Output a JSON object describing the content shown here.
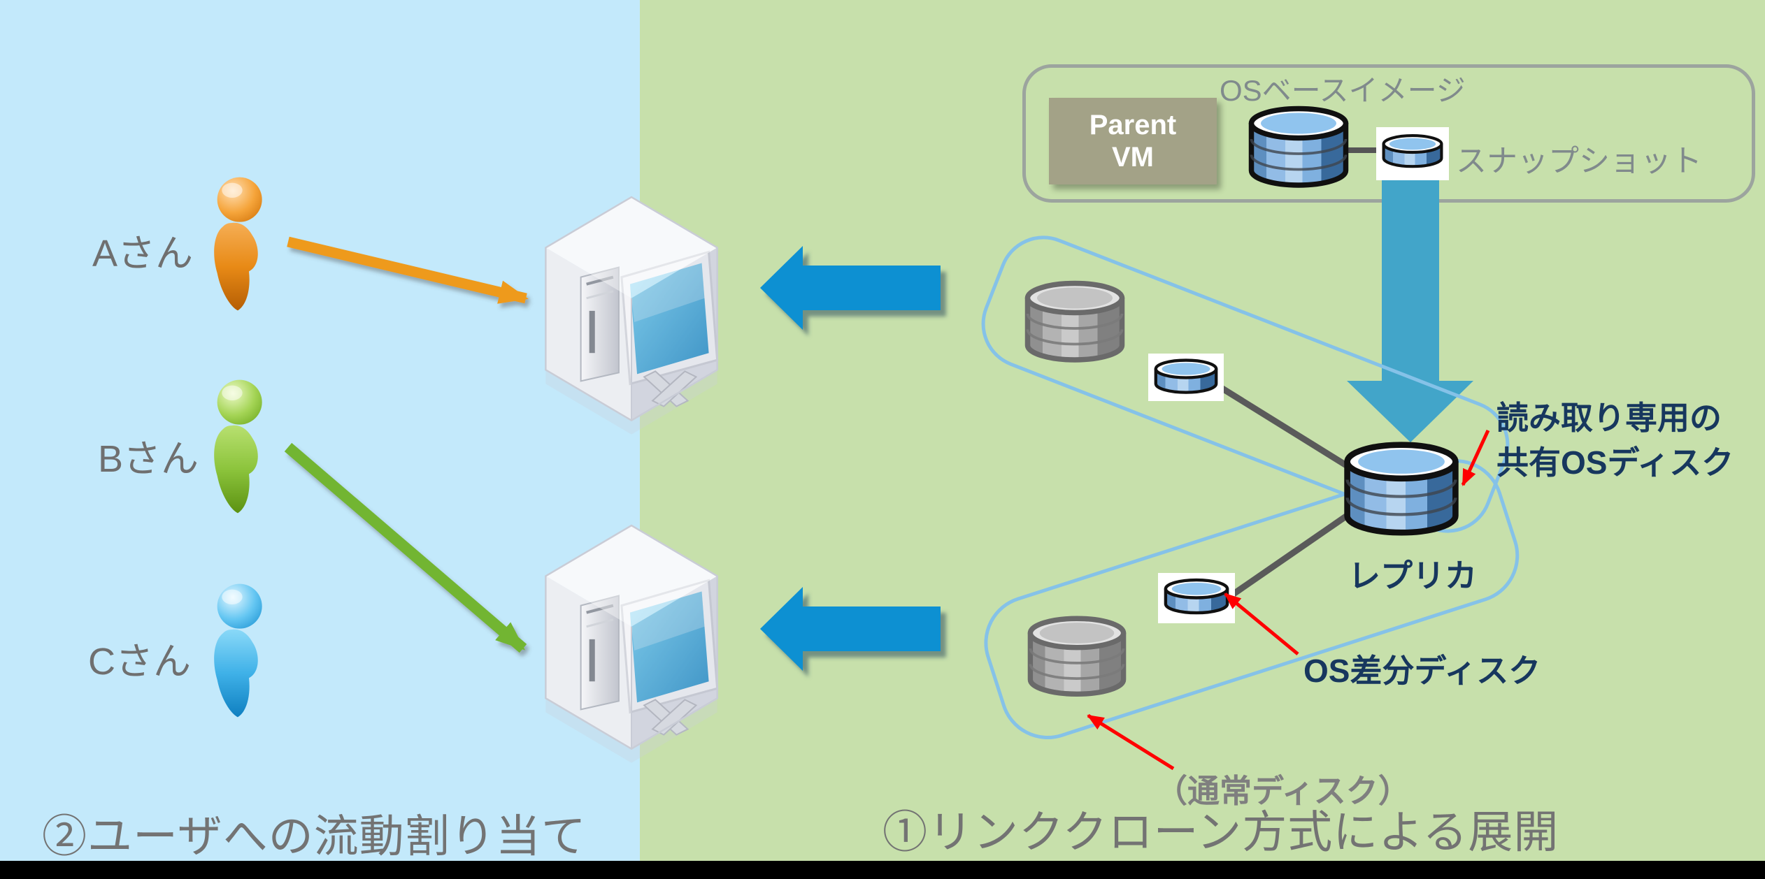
{
  "diagram": {
    "left_section_caption": "②ユーザへの流動割り当て",
    "right_section_caption": "①リンククローン方式による展開",
    "users": [
      {
        "name": "Aさん",
        "color": "#EE9A1A"
      },
      {
        "name": "Bさん",
        "color": "#72B530"
      },
      {
        "name": "Cさん",
        "color": "#2FA8E0"
      }
    ],
    "os_base_image": {
      "title": "OSベースイメージ",
      "parent_vm_line1": "Parent",
      "parent_vm_line2": "VM",
      "snapshot_label": "スナップショット"
    },
    "labels": {
      "replica": "レプリカ",
      "shared_os_disk_line1": "読み取り専用の",
      "shared_os_disk_line2": "共有OSディスク",
      "os_diff_disk": "OS差分ディスク",
      "normal_disk": "（通常ディスク）"
    },
    "colors": {
      "left_bg": "#C3E9FB",
      "right_bg": "#C7E0AB",
      "deploy_arrow_blue": "#0E90D2",
      "copy_arrow_teal": "#42A5C9",
      "group_outline_blue": "#85C2E8",
      "note_text_navy": "#17375E",
      "red_pointer": "#FF0000",
      "parent_vm_box": "#A3A287",
      "bottom_bar": "#000000"
    }
  }
}
